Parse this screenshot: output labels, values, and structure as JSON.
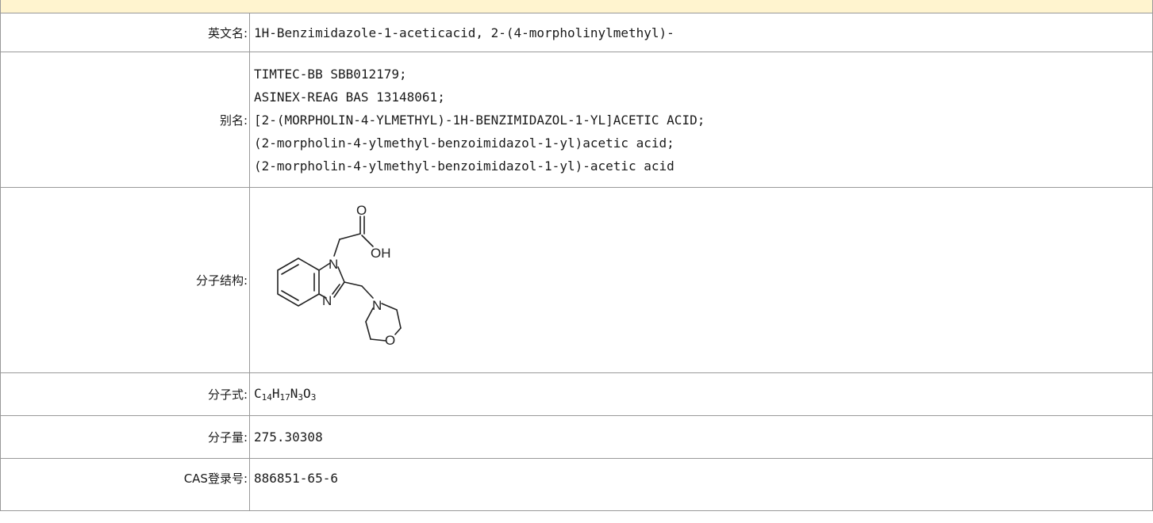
{
  "rows": {
    "english_name": {
      "label": "英文名:",
      "value": "1H-Benzimidazole-1-aceticacid, 2-(4-morpholinylmethyl)-"
    },
    "aliases": {
      "label": "别名:",
      "items": [
        "TIMTEC-BB SBB012179;",
        "ASINEX-REAG BAS 13148061;",
        "[2-(MORPHOLIN-4-YLMETHYL)-1H-BENZIMIDAZOL-1-YL]ACETIC ACID;",
        "(2-morpholin-4-ylmethyl-benzoimidazol-1-yl)acetic acid;",
        "(2-morpholin-4-ylmethyl-benzoimidazol-1-yl)-acetic acid"
      ]
    },
    "structure": {
      "label": "分子结构:",
      "atoms": {
        "o_top": "O",
        "oh": "OH",
        "n1": "N",
        "n2": "N",
        "n_morph": "N",
        "o_morph": "O"
      }
    },
    "formula": {
      "label": "分子式:",
      "parts": [
        {
          "el": "C",
          "n": "14"
        },
        {
          "el": "H",
          "n": "17"
        },
        {
          "el": "N",
          "n": "3"
        },
        {
          "el": "O",
          "n": "3"
        }
      ]
    },
    "molecular_weight": {
      "label": "分子量:",
      "value": "275.30308"
    },
    "cas": {
      "label": "CAS登录号:",
      "value": "886851-65-6"
    }
  }
}
